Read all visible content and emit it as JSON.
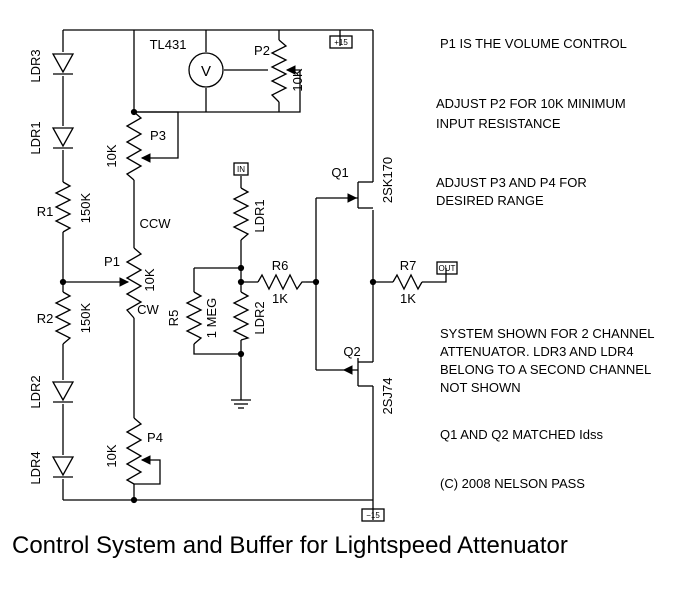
{
  "title": "Control System and Buffer for Lightspeed Attenuator",
  "components": {
    "ldr3": "LDR3",
    "ldr1_left": "LDR1",
    "r1": "R1",
    "r1_val": "150K",
    "r2": "R2",
    "r2_val": "150K",
    "ldr2_left": "LDR2",
    "ldr4": "LDR4",
    "tl431": "TL431",
    "meter": "V",
    "p2": "P2",
    "p2_val": "10K",
    "p3": "P3",
    "p3_val": "10K",
    "ccw": "CCW",
    "p1": "P1",
    "p1_val": "10K",
    "cw": "CW",
    "p4": "P4",
    "p4_val": "10K",
    "in": "IN",
    "ldr1_mid": "LDR1",
    "r5": "R5",
    "r5_val": "1 MEG",
    "ldr2_mid": "LDR2",
    "r6": "R6",
    "r6_val": "1K",
    "q1": "Q1",
    "q1_part": "2SK170",
    "q2": "Q2",
    "q2_part": "2SJ74",
    "r7": "R7",
    "r7_val": "1K",
    "out": "OUT",
    "plus15": "+15",
    "minus15": "−15"
  },
  "notes": [
    "P1 IS THE VOLUME CONTROL",
    "ADJUST P2 FOR 10K MINIMUM",
    "INPUT RESISTANCE",
    "ADJUST P3 AND P4 FOR",
    "DESIRED RANGE",
    "SYSTEM SHOWN FOR 2 CHANNEL",
    "ATTENUATOR.  LDR3 AND LDR4",
    "BELONG TO A SECOND CHANNEL",
    "NOT SHOWN",
    "Q1 AND Q2 MATCHED Idss",
    "(C) 2008 NELSON PASS"
  ]
}
